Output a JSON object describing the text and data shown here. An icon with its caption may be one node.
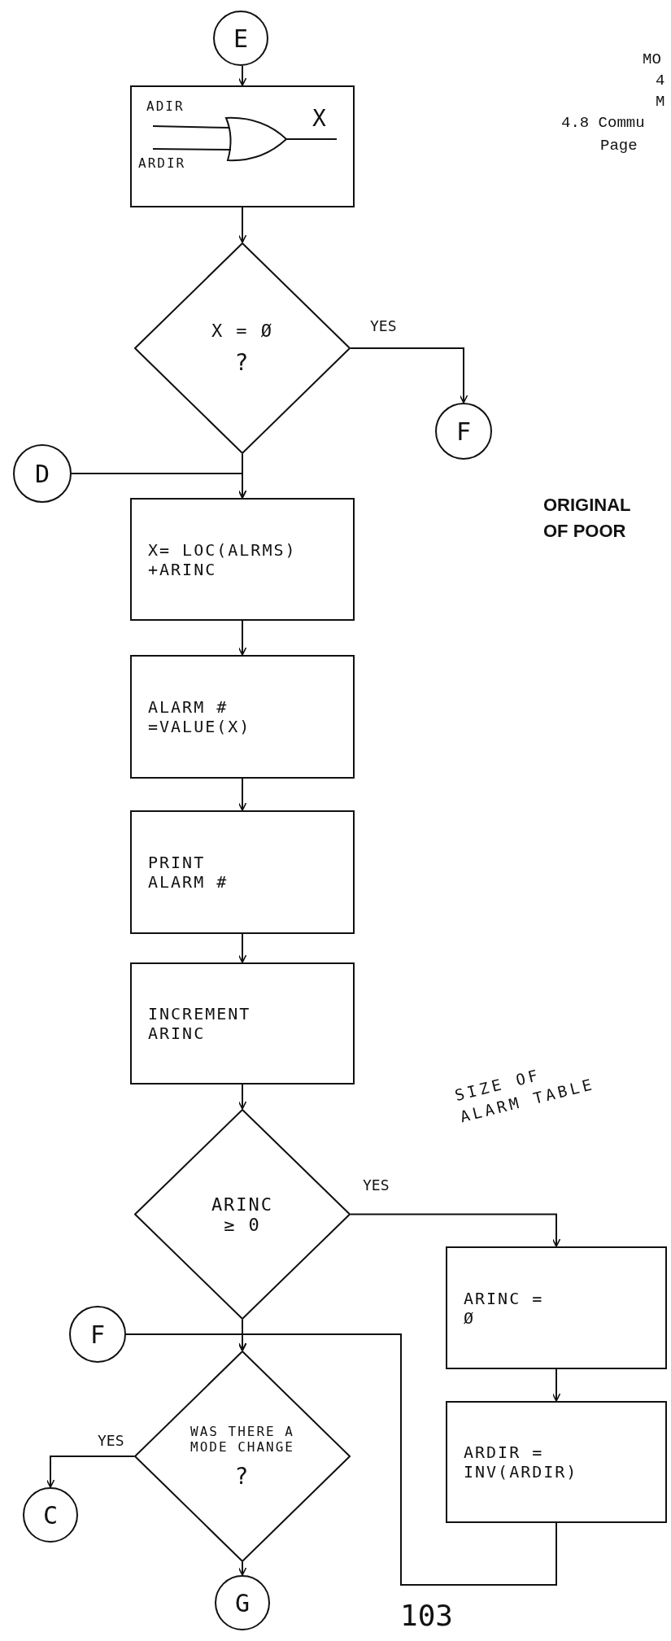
{
  "diagram": {
    "nodes": [
      {
        "text": [
          "E"
        ]
      },
      {
        "text": [
          "ADIR",
          "ARDIR",
          "X"
        ]
      },
      {
        "text": [
          "X = Ø",
          "?"
        ]
      },
      {
        "text": [
          "F"
        ]
      },
      {
        "text": [
          "D"
        ]
      },
      {
        "text": [
          "X= LOC(ALRMS) +ARINC"
        ]
      },
      {
        "text": [
          "ALARM # =VALUE(X)"
        ]
      },
      {
        "text": [
          "PRINT ALARM #"
        ]
      },
      {
        "text": [
          "INCREMENT ARINC"
        ]
      },
      {
        "text": [
          "ARINC ≥ 0"
        ]
      },
      {
        "text": [
          "ARINC = Ø"
        ]
      },
      {
        "text": [
          "ARDIR = INV(ARDIR)"
        ]
      },
      {
        "text": [
          "F"
        ]
      },
      {
        "text": [
          "WAS THERE A MODE CHANGE",
          "?"
        ]
      },
      {
        "text": [
          "C"
        ]
      },
      {
        "text": [
          "G"
        ]
      }
    ],
    "edges": [
      {
        "from": 0,
        "to": 1,
        "arrow": "to"
      },
      {
        "from": 1,
        "to": 2,
        "arrow": "to"
      },
      {
        "from": 2,
        "to": 3,
        "arrow": "to",
        "label": "YES"
      },
      {
        "from": 2,
        "to": 5,
        "arrow": "to"
      },
      {
        "from": 4,
        "to": 5,
        "arrow": "to"
      },
      {
        "from": 5,
        "to": 6,
        "arrow": "to"
      },
      {
        "from": 6,
        "to": 7,
        "arrow": "to"
      },
      {
        "from": 7,
        "to": 8,
        "arrow": "to"
      },
      {
        "from": 8,
        "to": 9,
        "arrow": "to"
      },
      {
        "from": 9,
        "to": 10,
        "arrow": "to",
        "label": "YES"
      },
      {
        "from": 9,
        "to": 13,
        "arrow": "to"
      },
      {
        "from": 10,
        "to": 11,
        "arrow": "to"
      },
      {
        "from": 11,
        "to": 13,
        "arrow": "to"
      },
      {
        "from": 12,
        "to": 13,
        "arrow": "to"
      },
      {
        "from": 13,
        "to": 14,
        "arrow": "to",
        "label": "YES"
      },
      {
        "from": 13,
        "to": 15,
        "arrow": "to"
      }
    ],
    "labels": [
      "MO",
      "4",
      "M",
      "4.8 Commu",
      "Page",
      "ORIGINAL",
      "OF POOR",
      "SIZE OF ALARM TABLE",
      "103"
    ]
  }
}
